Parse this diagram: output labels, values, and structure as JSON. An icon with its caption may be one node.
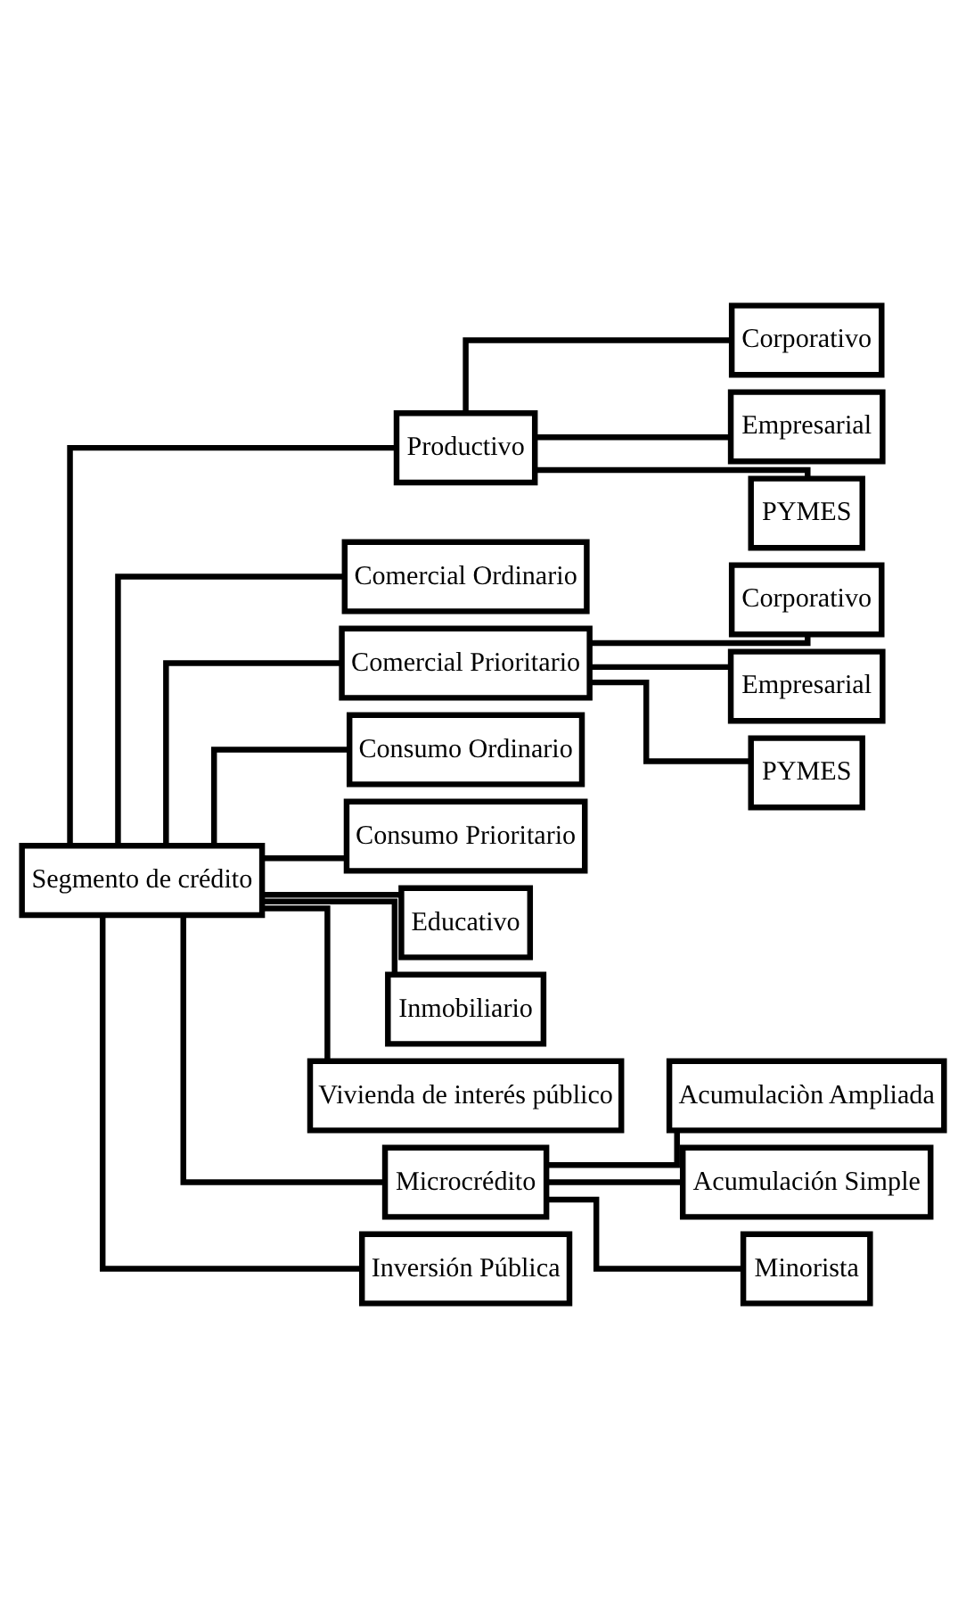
{
  "diagram": {
    "nodes": [
      {
        "text": [
          "Segmento de crédito"
        ]
      },
      {
        "text": [
          "Productivo"
        ]
      },
      {
        "text": [
          "Corporativo"
        ]
      },
      {
        "text": [
          "Empresarial"
        ]
      },
      {
        "text": [
          "PYMES"
        ]
      },
      {
        "text": [
          "Comercial Ordinario"
        ]
      },
      {
        "text": [
          "Comercial Prioritario"
        ]
      },
      {
        "text": [
          "Corporativo"
        ]
      },
      {
        "text": [
          "Empresarial"
        ]
      },
      {
        "text": [
          "PYMES"
        ]
      },
      {
        "text": [
          "Consumo Ordinario"
        ]
      },
      {
        "text": [
          "Consumo Prioritario"
        ]
      },
      {
        "text": [
          "Educativo"
        ]
      },
      {
        "text": [
          "Inmobiliario"
        ]
      },
      {
        "text": [
          "Vivienda de interés público"
        ]
      },
      {
        "text": [
          "Microcrédito"
        ]
      },
      {
        "text": [
          "Acumulaciòn Ampliada"
        ]
      },
      {
        "text": [
          "Acumulación Simple"
        ]
      },
      {
        "text": [
          "Minorista"
        ]
      },
      {
        "text": [
          "Inversión Pública"
        ]
      }
    ],
    "edges": [
      {
        "from": 0,
        "to": 1,
        "arrow": "none"
      },
      {
        "from": 1,
        "to": 2,
        "arrow": "none"
      },
      {
        "from": 1,
        "to": 3,
        "arrow": "none"
      },
      {
        "from": 1,
        "to": 4,
        "arrow": "none"
      },
      {
        "from": 0,
        "to": 5,
        "arrow": "none"
      },
      {
        "from": 0,
        "to": 6,
        "arrow": "none"
      },
      {
        "from": 6,
        "to": 7,
        "arrow": "none"
      },
      {
        "from": 6,
        "to": 8,
        "arrow": "none"
      },
      {
        "from": 6,
        "to": 9,
        "arrow": "none"
      },
      {
        "from": 0,
        "to": 10,
        "arrow": "none"
      },
      {
        "from": 0,
        "to": 11,
        "arrow": "none"
      },
      {
        "from": 0,
        "to": 12,
        "arrow": "none"
      },
      {
        "from": 0,
        "to": 13,
        "arrow": "none"
      },
      {
        "from": 0,
        "to": 14,
        "arrow": "none"
      },
      {
        "from": 0,
        "to": 15,
        "arrow": "none"
      },
      {
        "from": 15,
        "to": 16,
        "arrow": "none"
      },
      {
        "from": 15,
        "to": 17,
        "arrow": "none"
      },
      {
        "from": 15,
        "to": 18,
        "arrow": "none"
      },
      {
        "from": 0,
        "to": 19,
        "arrow": "none"
      }
    ]
  }
}
